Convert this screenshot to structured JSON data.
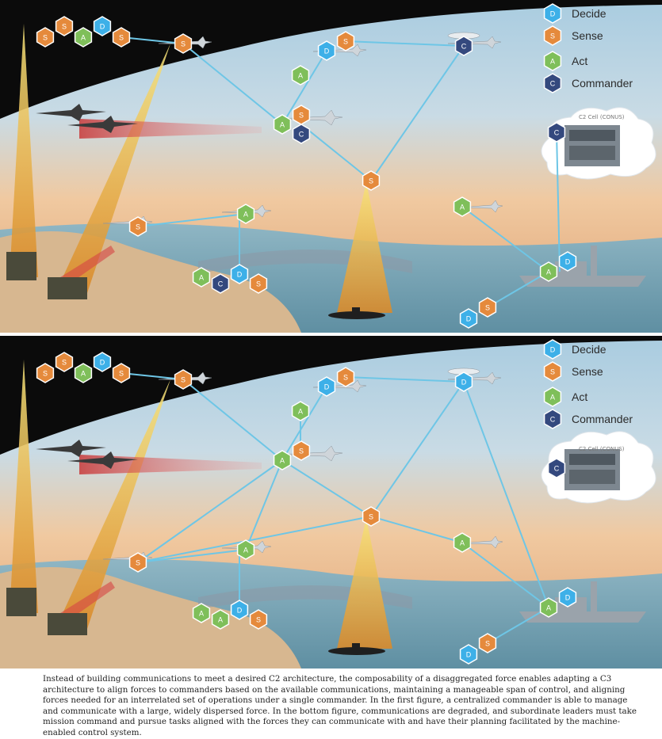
{
  "legend": {
    "decide": {
      "letter": "D",
      "label": "Decide",
      "color": "#3db0e8"
    },
    "sense": {
      "letter": "S",
      "label": "Sense",
      "color": "#e58a3c"
    },
    "act": {
      "letter": "A",
      "label": "Act",
      "color": "#7fbf5a"
    },
    "commander": {
      "letter": "C",
      "label": "Commander",
      "color": "#34497e"
    }
  },
  "c2_cell_label": "C2 Cell (CONUS)",
  "caption": "Instead of building communications to meet a desired C2 architecture, the composability of a disaggregated force enables adapting a C3 architecture to align forces to commanders based on the available communications, maintaining a manageable span of control, and aligning forces needed for an interrelated set of operations under a single commander. In the first figure, a centralized commander is able to manage and communicate with a large, widely dispersed force. In the bottom figure, communications are degraded, and subordinate leaders must take mission command and pursue tasks aligned with the forces they can communicate with and have their planning facilitated by the machine-enabled control system.",
  "colors": {
    "link": "#6ec6e6",
    "hex_stroke": "#ffffff"
  }
}
